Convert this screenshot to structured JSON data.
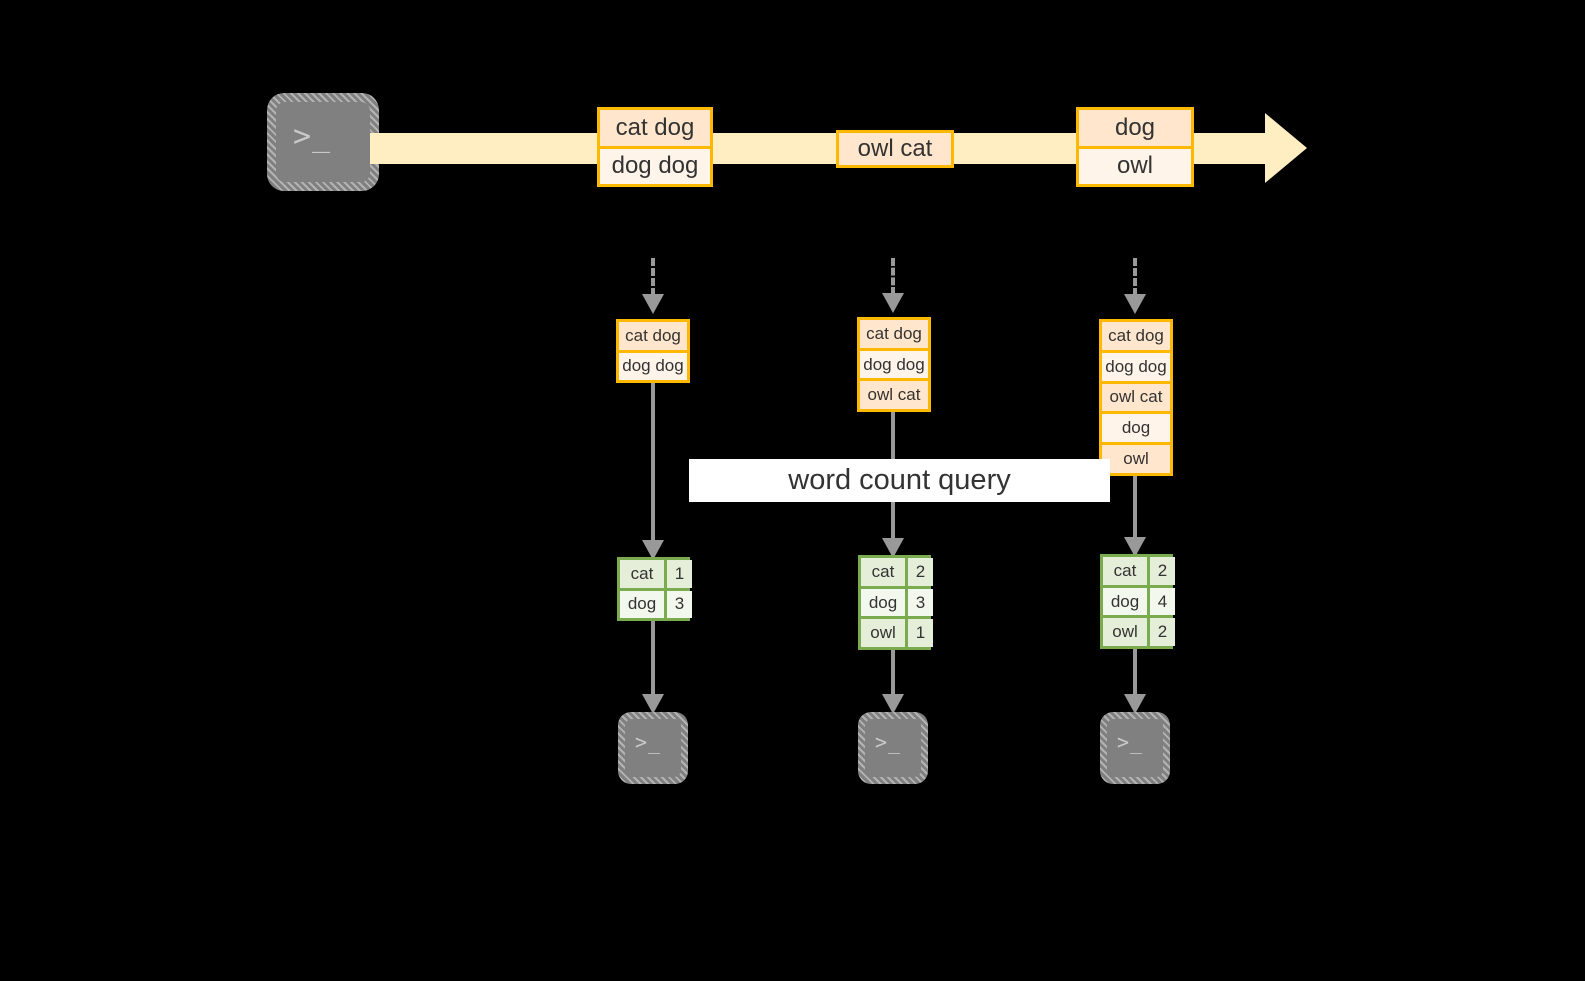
{
  "diagram": {
    "title_label": "word count query",
    "colors": {
      "background": "#000000",
      "stream_band": "#ffeec2",
      "record_border": "#ffb800",
      "record_fill_dark": "#ffe6cc",
      "record_fill_light": "#fff4ea",
      "table_border": "#7aab4f",
      "table_fill_dark": "#e4eed8",
      "table_fill_light": "#f3f8ee",
      "connector": "#999999",
      "terminal_fill": "#808080",
      "label_fill": "#ffffff"
    },
    "source": {
      "icon": "terminal-icon",
      "glyph": ">_"
    },
    "stream": {
      "records": [
        {
          "name": "record-1",
          "lines": [
            "cat dog",
            "dog dog"
          ]
        },
        {
          "name": "record-2",
          "lines": [
            "owl cat"
          ]
        },
        {
          "name": "record-3",
          "lines": [
            "dog",
            "owl"
          ]
        }
      ]
    },
    "snapshots": [
      {
        "name": "snapshot-1",
        "input_lines": [
          "cat dog",
          "dog dog"
        ],
        "result": {
          "rows": [
            {
              "word": "cat",
              "count": "1"
            },
            {
              "word": "dog",
              "count": "3"
            }
          ]
        },
        "sink": {
          "icon": "terminal-icon",
          "glyph": ">_"
        }
      },
      {
        "name": "snapshot-2",
        "input_lines": [
          "cat dog",
          "dog dog",
          "owl cat"
        ],
        "result": {
          "rows": [
            {
              "word": "cat",
              "count": "2"
            },
            {
              "word": "dog",
              "count": "3"
            },
            {
              "word": "owl",
              "count": "1"
            }
          ]
        },
        "sink": {
          "icon": "terminal-icon",
          "glyph": ">_"
        }
      },
      {
        "name": "snapshot-3",
        "input_lines": [
          "cat dog",
          "dog dog",
          "owl cat",
          "dog",
          "owl"
        ],
        "result": {
          "rows": [
            {
              "word": "cat",
              "count": "2"
            },
            {
              "word": "dog",
              "count": "4"
            },
            {
              "word": "owl",
              "count": "2"
            }
          ]
        },
        "sink": {
          "icon": "terminal-icon",
          "glyph": ">_"
        }
      }
    ]
  }
}
